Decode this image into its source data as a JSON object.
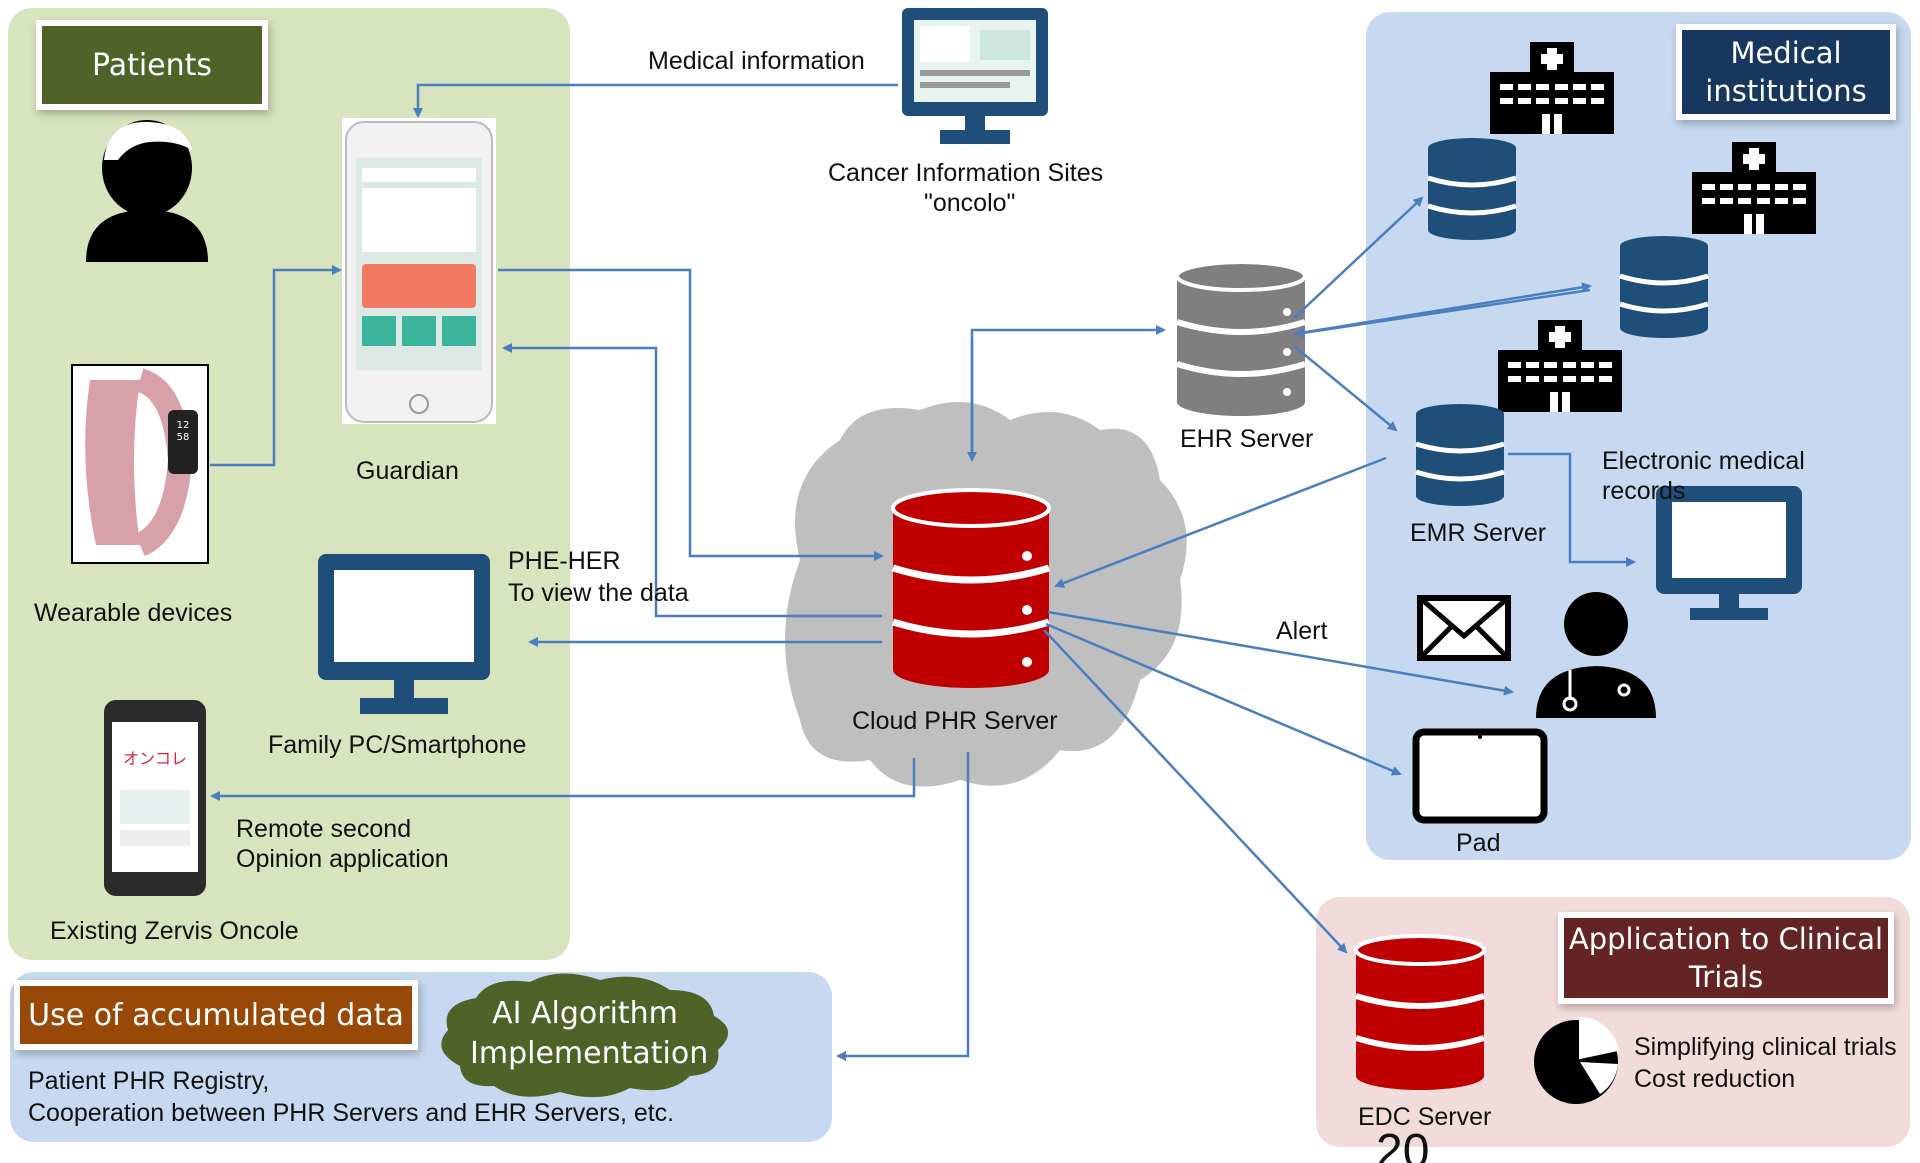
{
  "panels": {
    "patients": {
      "title": "Patients"
    },
    "medical": {
      "title": "Medical institutions"
    },
    "clinical": {
      "title": "Application to Clinical Trials"
    },
    "accumulated": {
      "title": "Use of accumulated data"
    }
  },
  "labels": {
    "guardian": "Guardian",
    "wearable": "Wearable devices",
    "family_pc": "Family PC/Smartphone",
    "remote_line1": "Remote second",
    "remote_line2": "Opinion application",
    "existing": "Existing Zervis Oncole",
    "medical_info": "Medical information",
    "cancer_sites_line1": "Cancer Information Sites",
    "cancer_sites_line2": "\"oncolo\"",
    "phe_her": "PHE-HER",
    "to_view": "To view the data",
    "cloud_phr": "Cloud PHR Server",
    "ehr_server": "EHR Server",
    "emr_server": "EMR Server",
    "emr_records_line1": "Electronic medical",
    "emr_records_line2": "records",
    "alert": "Alert",
    "pad": "Pad",
    "edc_server": "EDC Server",
    "ai_line1": "AI Algorithm",
    "ai_line2": "Implementation",
    "registry_line1": "Patient PHR Registry,",
    "registry_line2": "Cooperation between PHR Servers and EHR Servers, etc.",
    "simplify": "Simplifying clinical trials",
    "cost": "Cost reduction",
    "page_number": "20"
  },
  "colors": {
    "patients_bg": "#d7e4bd",
    "medical_bg": "#c6d9f0",
    "clinical_bg": "#f2dcdb",
    "accumulated_bg": "#c6d9f0",
    "patients_title": "#4f6228",
    "medical_title": "#17375e",
    "clinical_title": "#632423",
    "accumulated_title": "#984807",
    "ai_cloud": "#4f6228",
    "arrow": "#4a7ebf",
    "db_red": "#c00000",
    "db_gray": "#7f7f7f",
    "db_blue": "#1f4e79",
    "monitor_blue": "#1f4e79"
  }
}
